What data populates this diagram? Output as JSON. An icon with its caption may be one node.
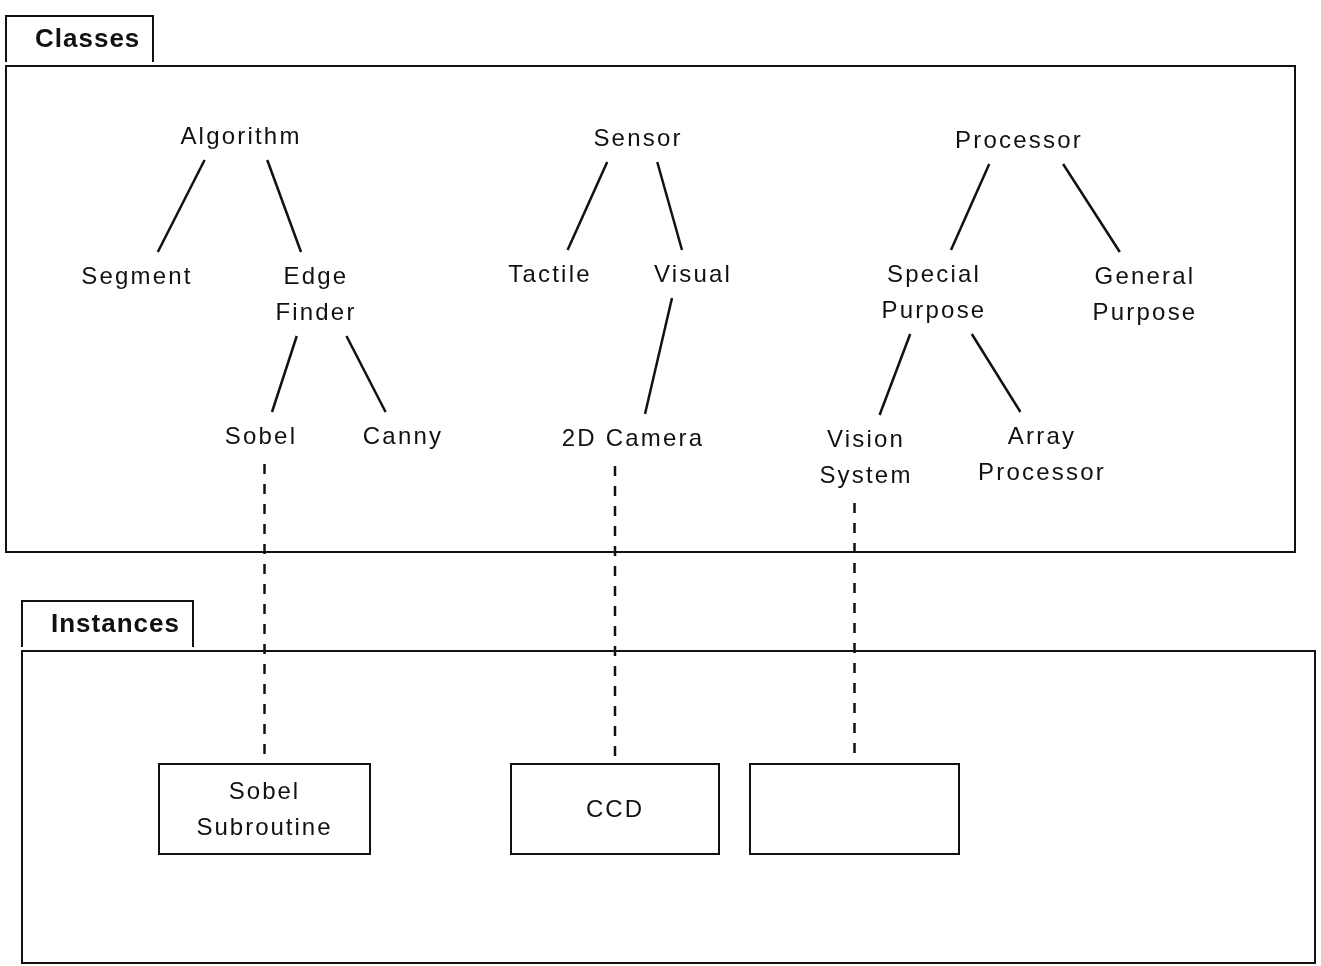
{
  "diagram": {
    "nodes": [
      {
        "text": [
          "Classes"
        ]
      },
      {
        "text": [
          "Algorithm"
        ],
        "in": 0
      },
      {
        "text": [
          "Segment"
        ],
        "in": 0
      },
      {
        "text": [
          "Edge Finder"
        ],
        "in": 0
      },
      {
        "text": [
          "Sobel"
        ],
        "in": 0
      },
      {
        "text": [
          "Canny"
        ],
        "in": 0
      },
      {
        "text": [
          "Sensor"
        ],
        "in": 0
      },
      {
        "text": [
          "Tactile"
        ],
        "in": 0
      },
      {
        "text": [
          "Visual"
        ],
        "in": 0
      },
      {
        "text": [
          "2D Camera"
        ],
        "in": 0
      },
      {
        "text": [
          "Processor"
        ],
        "in": 0
      },
      {
        "text": [
          "Special Purpose"
        ],
        "in": 0
      },
      {
        "text": [
          "General Purpose"
        ],
        "in": 0
      },
      {
        "text": [
          "Vision System"
        ],
        "in": 0
      },
      {
        "text": [
          "Array Processor"
        ],
        "in": 0
      },
      {
        "text": [
          "Instances"
        ]
      },
      {
        "text": [
          "Sobel Subroutine"
        ],
        "in": 15
      },
      {
        "text": [
          "CCD"
        ],
        "in": 15
      },
      {
        "text": [],
        "shape": "box",
        "in": 15
      }
    ],
    "edges": [
      {
        "from": 1,
        "to": 2,
        "arrow": "none"
      },
      {
        "from": 1,
        "to": 3,
        "arrow": "none"
      },
      {
        "from": 3,
        "to": 4,
        "arrow": "none"
      },
      {
        "from": 3,
        "to": 5,
        "arrow": "none"
      },
      {
        "from": 6,
        "to": 7,
        "arrow": "none"
      },
      {
        "from": 6,
        "to": 8,
        "arrow": "none"
      },
      {
        "from": 8,
        "to": 9,
        "arrow": "none"
      },
      {
        "from": 10,
        "to": 11,
        "arrow": "none"
      },
      {
        "from": 10,
        "to": 12,
        "arrow": "none"
      },
      {
        "from": 11,
        "to": 13,
        "arrow": "none"
      },
      {
        "from": 11,
        "to": 14,
        "arrow": "none"
      },
      {
        "from": 4,
        "to": 16,
        "arrow": "none",
        "style": "dashed"
      },
      {
        "from": 9,
        "to": 17,
        "arrow": "none",
        "style": "dashed"
      },
      {
        "from": 13,
        "to": 18,
        "arrow": "none",
        "style": "dashed"
      }
    ]
  }
}
